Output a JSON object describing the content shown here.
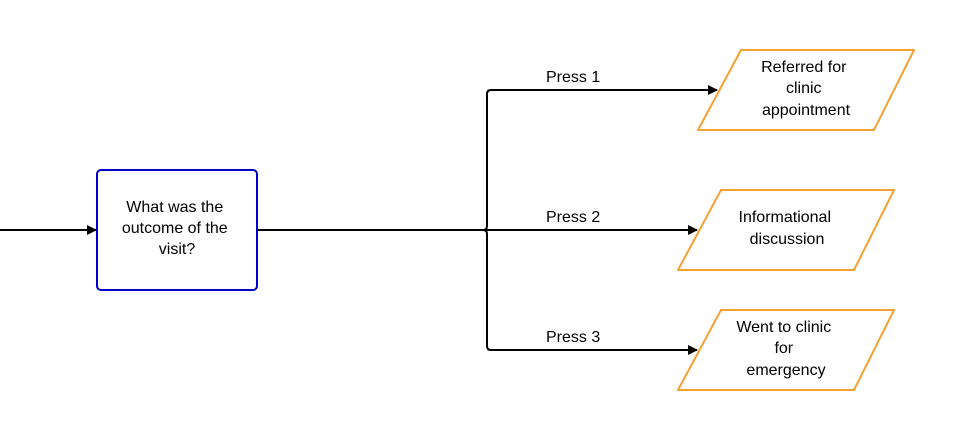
{
  "colors": {
    "decision_border": "#0000cc",
    "outcome_border": "#f5a033",
    "connector": "#000000"
  },
  "decision": {
    "lines": [
      "What was the",
      "outcome of the",
      "visit?"
    ]
  },
  "branches": [
    {
      "label": "Press 1",
      "outcome_lines": [
        "Referred for",
        "clinic",
        "appointment"
      ]
    },
    {
      "label": "Press 2",
      "outcome_lines": [
        "Informational",
        "discussion"
      ]
    },
    {
      "label": "Press 3",
      "outcome_lines": [
        "Went to clinic",
        "for",
        "emergency"
      ]
    }
  ]
}
